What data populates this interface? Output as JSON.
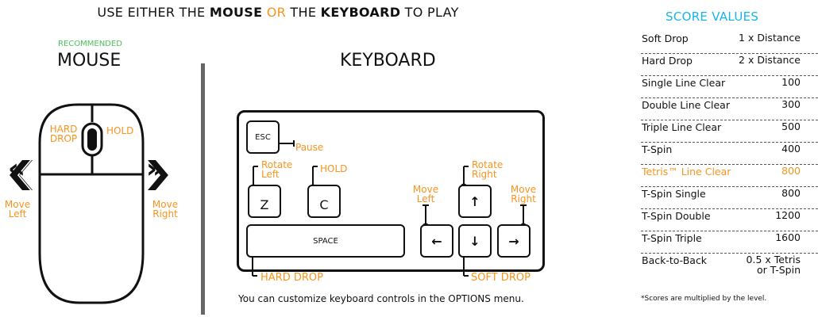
{
  "header": {
    "prefix": "USE EITHER THE ",
    "mouse": "MOUSE",
    "or": " OR ",
    "the": "THE ",
    "keyboard": "KEYBOARD",
    "suffix": " TO PLAY"
  },
  "mouse_section": {
    "badge": "RECOMMENDED",
    "title": "MOUSE",
    "labels": {
      "hard_drop_1": "HARD",
      "hard_drop_2": "DROP",
      "hold": "HOLD",
      "move_left_1": "Move",
      "move_left_2": "Left",
      "move_right_1": "Move",
      "move_right_2": "Right"
    },
    "icons": {
      "left_arrow": "double-chevron-left-icon",
      "right_arrow": "double-chevron-right-icon"
    }
  },
  "keyboard_section": {
    "title": "KEYBOARD",
    "keys": {
      "esc": "ESC",
      "z": "Z",
      "c": "C",
      "space": "SPACE",
      "up": "↑",
      "left": "←",
      "down": "↓",
      "right": "→"
    },
    "labels": {
      "pause": "Pause",
      "rotate_left_1": "Rotate",
      "rotate_left_2": "Left",
      "hold": "HOLD",
      "rotate_right_1": "Rotate",
      "rotate_right_2": "Right",
      "move_left_1": "Move",
      "move_left_2": "Left",
      "move_right_1": "Move",
      "move_right_2": "Right",
      "hard_drop": "HARD DROP",
      "soft_drop": "SOFT DROP"
    },
    "note": "You can customize keyboard controls in the OPTIONS menu."
  },
  "score_values": {
    "title": "SCORE VALUES",
    "rows": [
      {
        "name": "Soft Drop",
        "value": "1 x Distance"
      },
      {
        "name": "Hard Drop",
        "value": "2 x Distance"
      },
      {
        "name": "Single Line Clear",
        "value": "100"
      },
      {
        "name": "Double Line Clear",
        "value": "300"
      },
      {
        "name": "Triple Line Clear",
        "value": "500"
      },
      {
        "name": "T-Spin",
        "value": "400"
      },
      {
        "name": "Tetris™ Line Clear",
        "value": "800",
        "highlight": true
      },
      {
        "name": "T-Spin Single",
        "value": "800"
      },
      {
        "name": "T-Spin Double",
        "value": "1200"
      },
      {
        "name": "T-Spin Triple",
        "value": "1600"
      },
      {
        "name": "Back-to-Back",
        "value_line1": "0.5 x Tetris",
        "value_line2": "or T-Spin"
      }
    ],
    "footnote": "*Scores are multiplied by the level."
  },
  "colors": {
    "accent_orange": "#f7941d",
    "recommended_green": "#4cc35a",
    "score_title_blue": "#16b4ea",
    "divider_gray": "#666666"
  }
}
